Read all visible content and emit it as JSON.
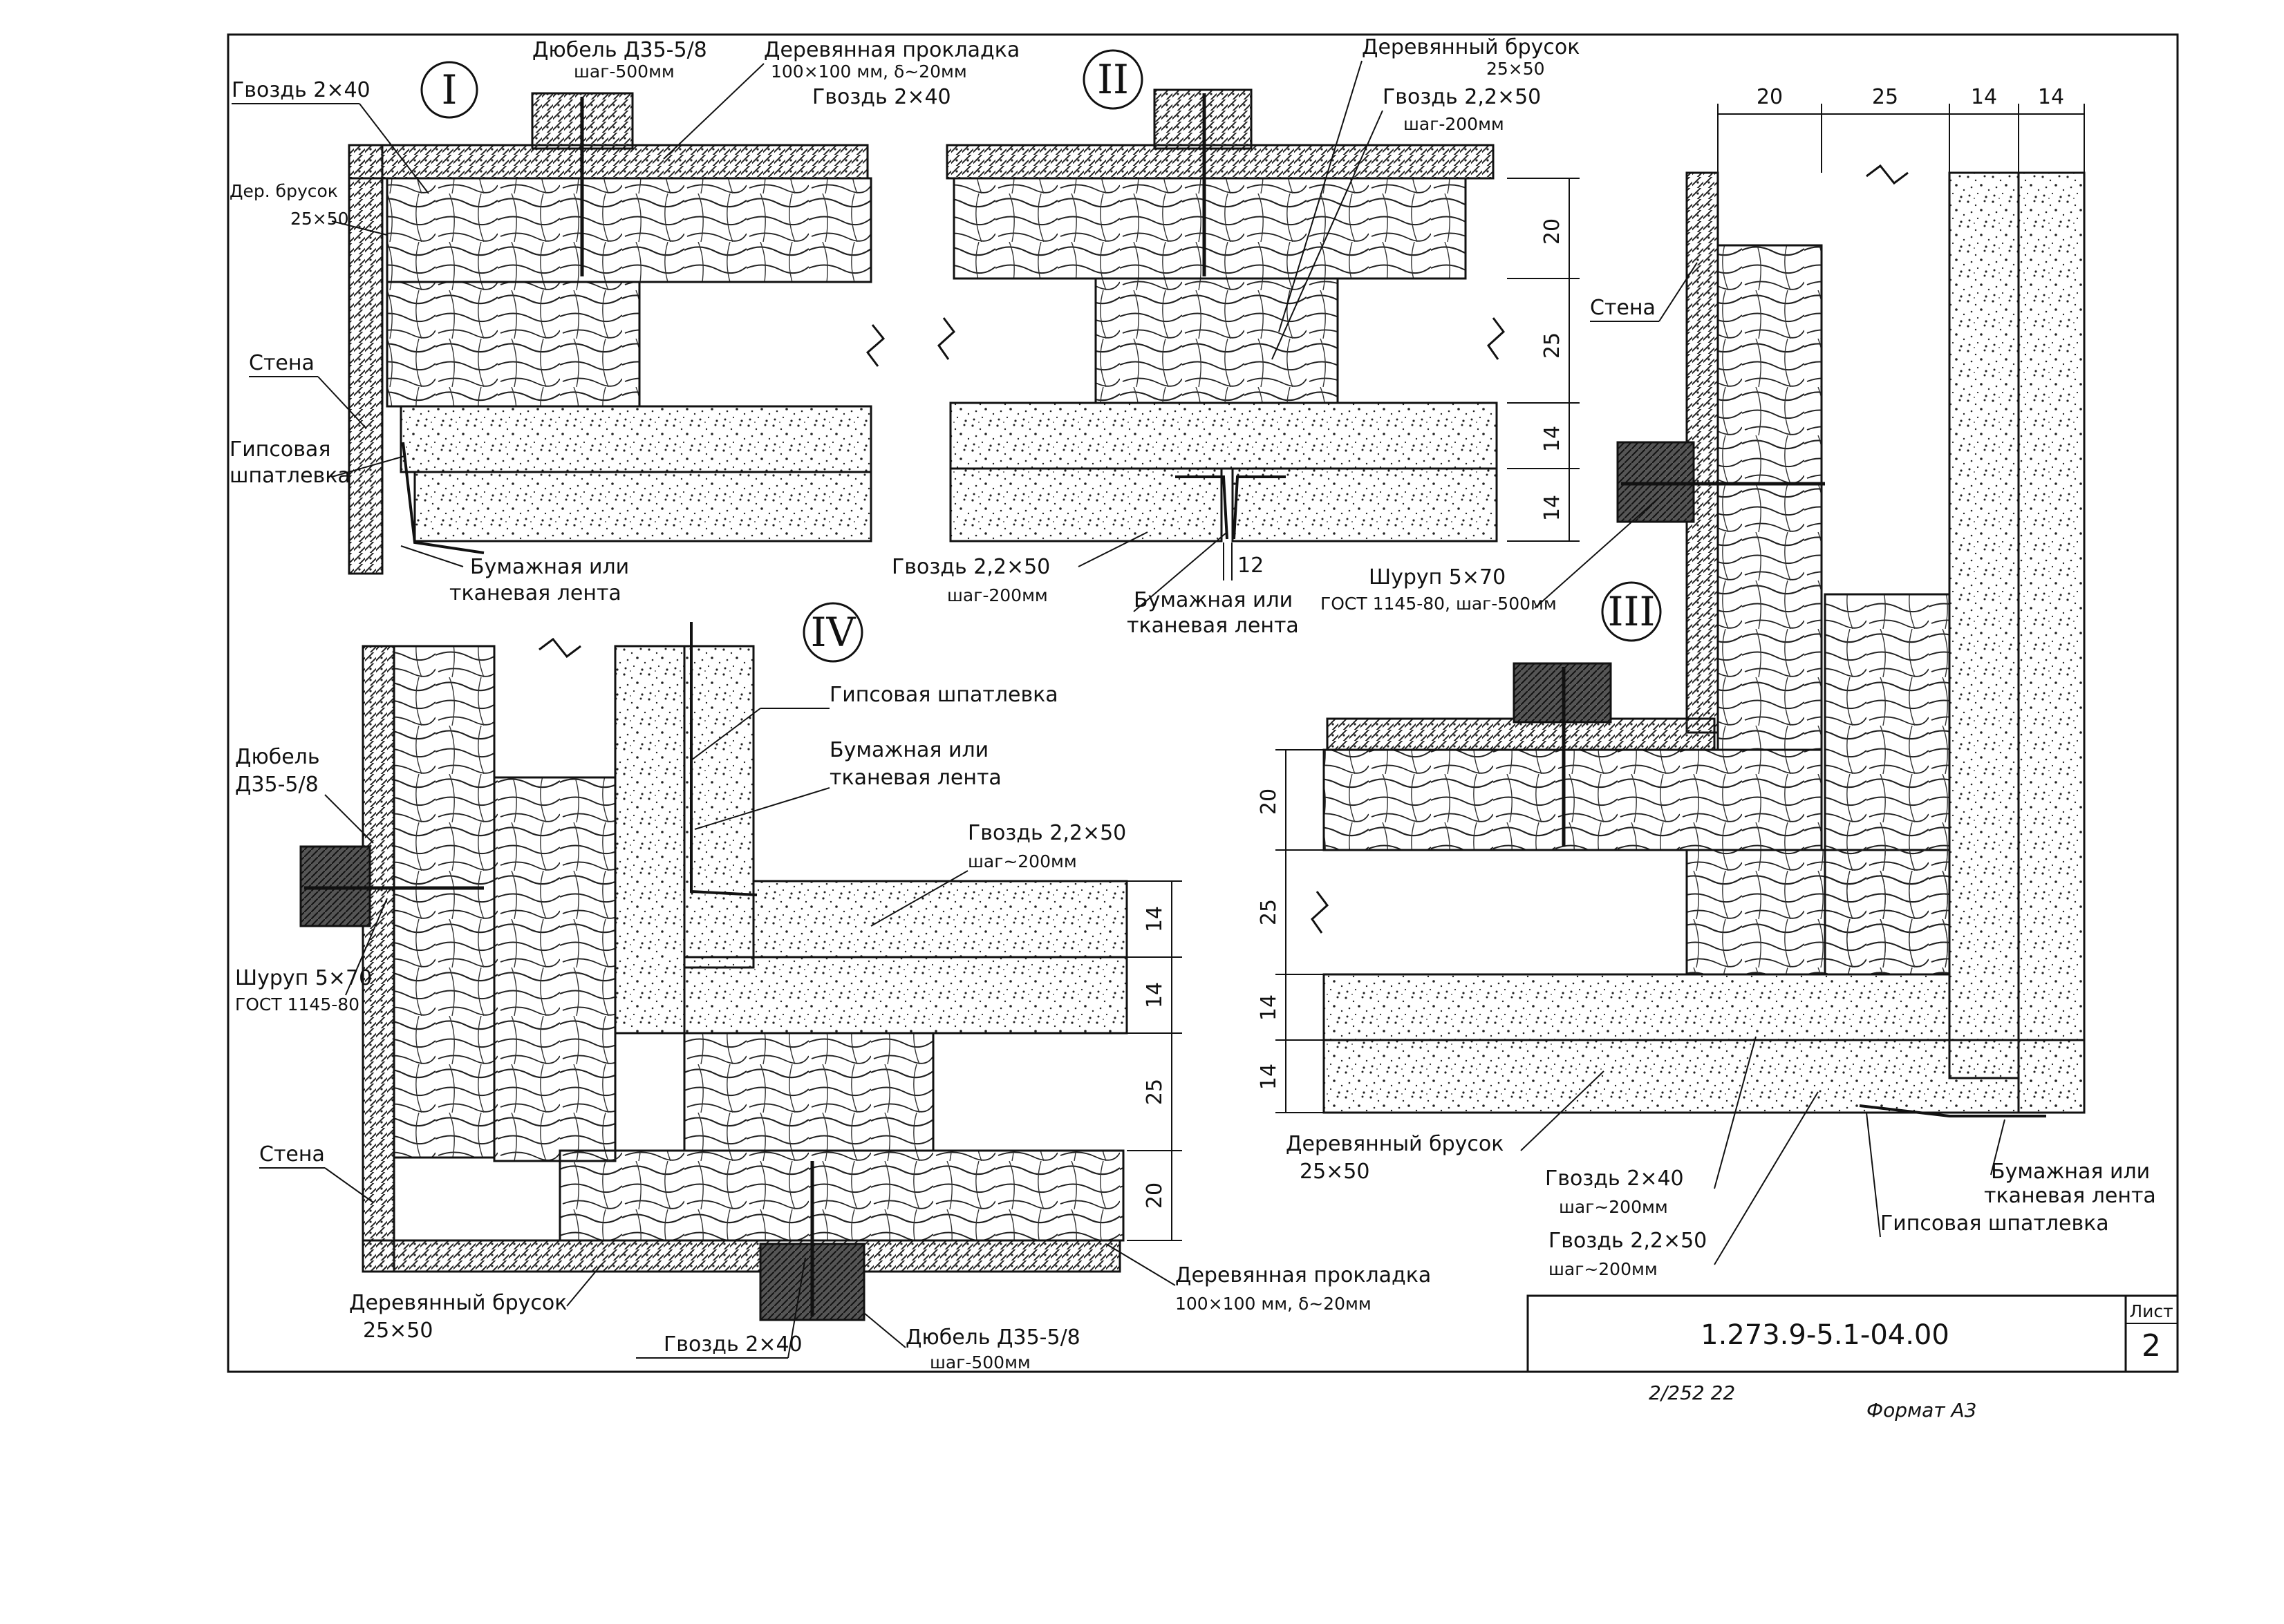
{
  "details": {
    "d1": {
      "roman": "I",
      "nail_left": "Гвоздь 2×40",
      "dowel_line1": "Дюбель Д35-5/8",
      "dowel_line2": "шаг-500мм",
      "pad_line1": "Деревянная прокладка",
      "pad_line2": "100×100 мм, δ~20мм",
      "pad_line3": "Гвоздь 2×40",
      "bar_line1": "Дер. брусок",
      "bar_line2": "25×50",
      "wall": "Стена",
      "putty_line1": "Гипсовая",
      "putty_line2": "шпатлевка",
      "tape_line1": "Бумажная или",
      "tape_line2": "тканевая лента"
    },
    "d2": {
      "roman": "II",
      "bar_line1": "Деревянный брусок",
      "bar_line2": "25×50",
      "nail_line1": "Гвоздь 2,2×50",
      "nail_line2": "шаг-200мм",
      "nail_bottom_line1": "Гвоздь 2,2×50",
      "nail_bottom_line2": "шаг-200мм",
      "gap": "12",
      "tape_line1": "Бумажная или",
      "tape_line2": "тканевая лента",
      "dims": [
        "20",
        "25",
        "14",
        "14"
      ]
    },
    "d3": {
      "roman": "III",
      "top_dims": [
        "20",
        "25",
        "14",
        "14"
      ],
      "wall": "Стена",
      "screw_line1": "Шуруп 5×70",
      "screw_line2": "ГОСТ 1145-80, шаг-500мм",
      "dims": [
        "20",
        "25",
        "14",
        "14"
      ],
      "bar_line1": "Деревянный брусок",
      "bar_line2": "25×50",
      "nail1_line1": "Гвоздь 2×40",
      "nail1_line2": "шаг~200мм",
      "nail2_line1": "Гвоздь 2,2×50",
      "nail2_line2": "шаг~200мм",
      "tape_line1": "Бумажная или",
      "tape_line2": "тканевая лента",
      "putty": "Гипсовая шпатлевка"
    },
    "d4": {
      "roman": "IV",
      "putty": "Гипсовая шпатлевка",
      "tape_line1": "Бумажная или",
      "tape_line2": "тканевая лента",
      "nail_line1": "Гвоздь 2,2×50",
      "nail_line2": "шаг~200мм",
      "dowel_line1": "Дюбель",
      "dowel_line2": "Д35-5/8",
      "screw_line1": "Шуруп 5×70",
      "screw_line2": "ГОСТ 1145-80",
      "wall": "Стена",
      "bar_line1": "Деревянный брусок",
      "bar_line2": "25×50",
      "nail_bottom": "Гвоздь 2×40",
      "dowel_bottom_line1": "Дюбель Д35-5/8",
      "dowel_bottom_line2": "шаг-500мм",
      "pad_line1": "Деревянная прокладка",
      "pad_line2": "100×100 мм, δ~20мм",
      "dims": [
        "14",
        "14",
        "25",
        "20"
      ]
    }
  },
  "title_block": {
    "code": "1.273.9-5.1-04.00",
    "sheet_label": "Лист",
    "sheet_number": "2"
  },
  "footer": {
    "inventory": "2/252   22",
    "format": "Формат А3"
  }
}
